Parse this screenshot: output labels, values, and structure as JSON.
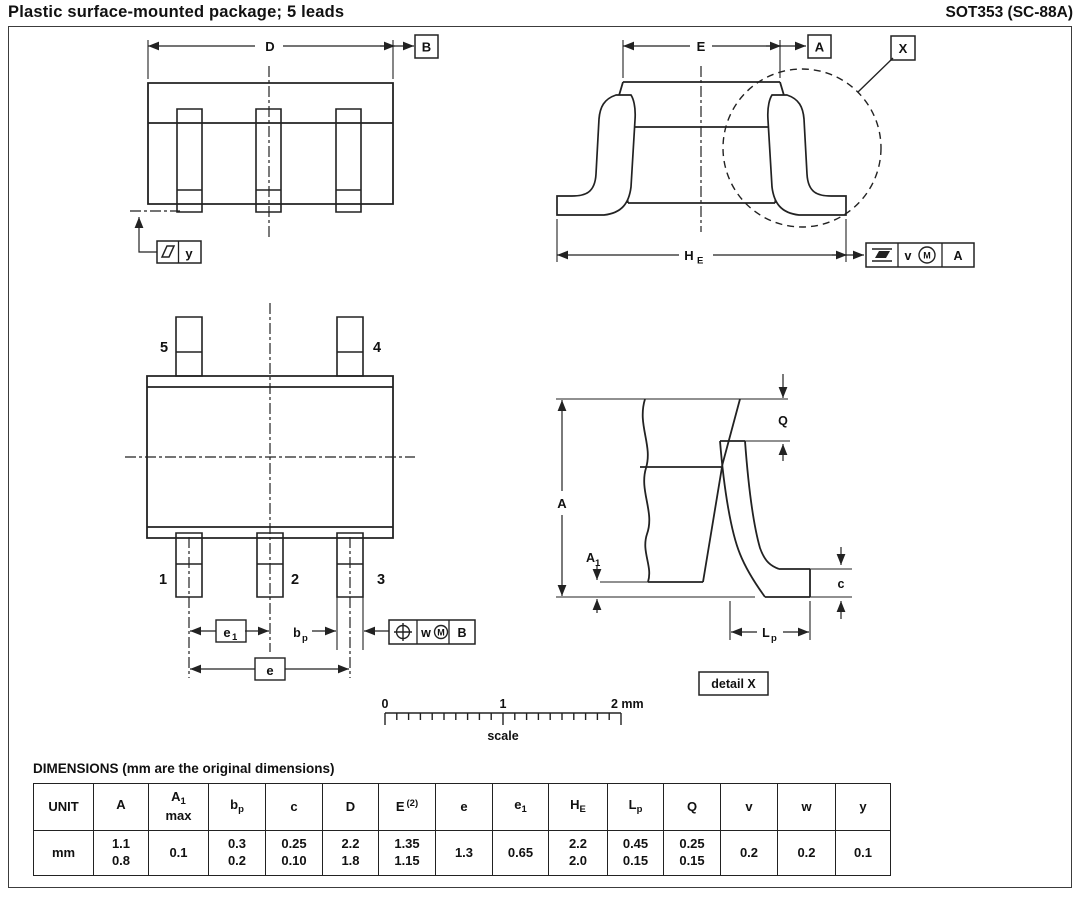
{
  "page": {
    "title": "Plastic surface-mounted package; 5 leads",
    "package_code": "SOT353 (SC-88A)"
  },
  "front_view": {
    "dim_d": "D",
    "datum_b": "B",
    "flatness_y": "y"
  },
  "end_view": {
    "dim_e": "E",
    "datum_a": "A",
    "detail_ref": "X",
    "he_base": "H",
    "he_sub": "E",
    "tol_v": "v",
    "tol_modifier": "M",
    "tol_datum": "A"
  },
  "top_view": {
    "pin_5": "5",
    "pin_4": "4",
    "pin_1": "1",
    "pin_2": "2",
    "pin_3": "3",
    "e1_base": "e",
    "e1_sub": "1",
    "bp_base": "b",
    "bp_sub": "p",
    "dim_e": "e",
    "tol_w": "w",
    "tol_modifier": "M",
    "tol_datum": "B"
  },
  "detail_view": {
    "dim_a": "A",
    "a1_base": "A",
    "a1_sub": "1",
    "dim_q": "Q",
    "dim_c": "c",
    "lp_base": "L",
    "lp_sub": "p",
    "caption": "detail X"
  },
  "scale_bar": {
    "tick_0": "0",
    "tick_1": "1",
    "tick_2": "2 mm",
    "caption": "scale"
  },
  "table": {
    "title": "DIMENSIONS (mm are the original dimensions)",
    "unit_header": "UNIT",
    "unit_value": "mm",
    "headers": [
      {
        "base": "A",
        "sub": "",
        "sup": "",
        "line2": ""
      },
      {
        "base": "A",
        "sub": "1",
        "sup": "",
        "line2": "max"
      },
      {
        "base": "b",
        "sub": "p",
        "sup": "",
        "line2": ""
      },
      {
        "base": "c",
        "sub": "",
        "sup": "",
        "line2": ""
      },
      {
        "base": "D",
        "sub": "",
        "sup": "",
        "line2": ""
      },
      {
        "base": "E",
        "sub": "",
        "sup": "(2)",
        "line2": ""
      },
      {
        "base": "e",
        "sub": "",
        "sup": "",
        "line2": ""
      },
      {
        "base": "e",
        "sub": "1",
        "sup": "",
        "line2": ""
      },
      {
        "base": "H",
        "sub": "E",
        "sup": "",
        "line2": ""
      },
      {
        "base": "L",
        "sub": "p",
        "sup": "",
        "line2": ""
      },
      {
        "base": "Q",
        "sub": "",
        "sup": "",
        "line2": ""
      },
      {
        "base": "v",
        "sub": "",
        "sup": "",
        "line2": ""
      },
      {
        "base": "w",
        "sub": "",
        "sup": "",
        "line2": ""
      },
      {
        "base": "y",
        "sub": "",
        "sup": "",
        "line2": ""
      }
    ],
    "values": [
      {
        "line1": "1.1",
        "line2": "0.8"
      },
      {
        "line1": "0.1",
        "line2": ""
      },
      {
        "line1": "0.3",
        "line2": "0.2"
      },
      {
        "line1": "0.25",
        "line2": "0.10"
      },
      {
        "line1": "2.2",
        "line2": "1.8"
      },
      {
        "line1": "1.35",
        "line2": "1.15"
      },
      {
        "line1": "1.3",
        "line2": ""
      },
      {
        "line1": "0.65",
        "line2": ""
      },
      {
        "line1": "2.2",
        "line2": "2.0"
      },
      {
        "line1": "0.45",
        "line2": "0.15"
      },
      {
        "line1": "0.25",
        "line2": "0.15"
      },
      {
        "line1": "0.2",
        "line2": ""
      },
      {
        "line1": "0.2",
        "line2": ""
      },
      {
        "line1": "0.1",
        "line2": ""
      }
    ]
  },
  "colors": {
    "line": "#222222",
    "text": "#111111"
  }
}
